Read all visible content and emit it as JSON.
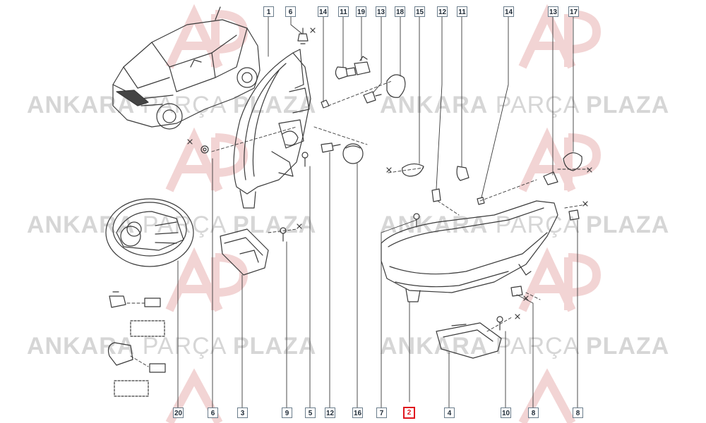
{
  "watermark": {
    "word1": "ANKARA",
    "word2": "PARÇA",
    "word3": "PLAZA"
  },
  "callouts_top": [
    "1",
    "6",
    "14",
    "11",
    "19",
    "13",
    "18",
    "15",
    "12",
    "11",
    "14",
    "13",
    "17"
  ],
  "callouts_bottom": [
    "20",
    "6",
    "3",
    "9",
    "5",
    "12",
    "16",
    "7",
    "2",
    "4",
    "10",
    "8",
    "8"
  ],
  "highlight_callout": "2",
  "colors": {
    "line": "#3a3a3a",
    "watermark": "#d6d6d6",
    "logo_red": "#f0c8c8",
    "highlight": "#e0161e"
  }
}
